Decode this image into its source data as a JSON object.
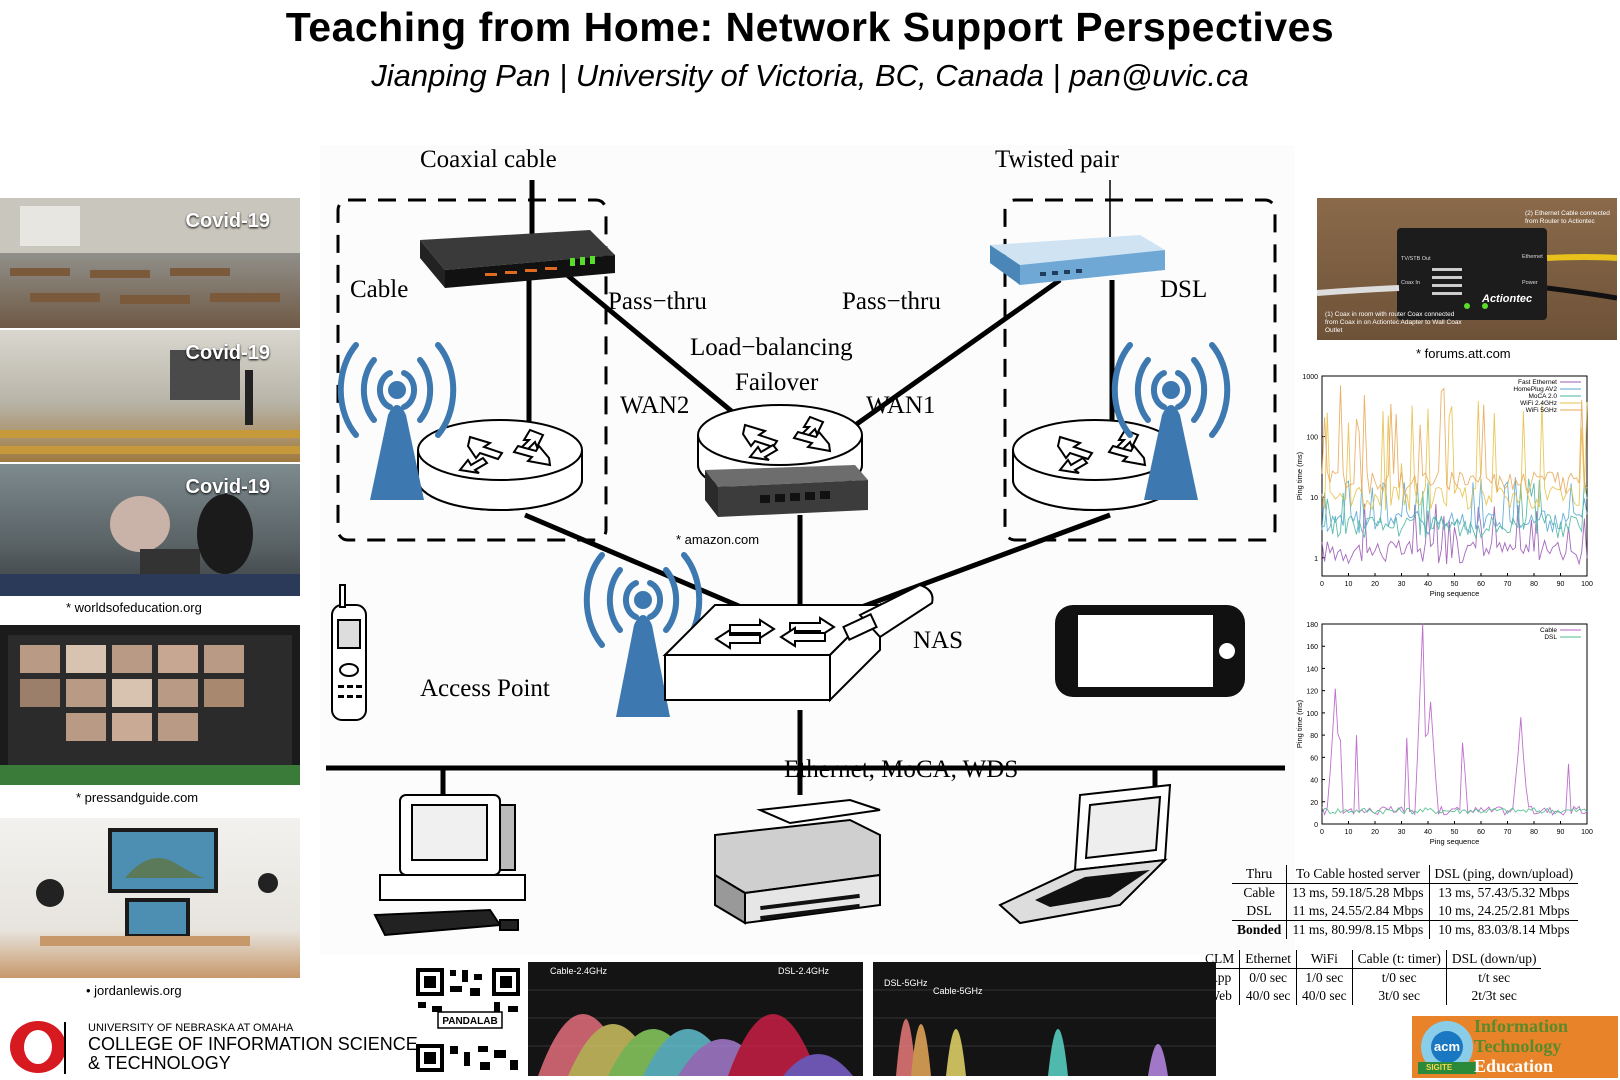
{
  "header": {
    "title": "Teaching from Home: Network Support Perspectives",
    "subtitle": "Jianping Pan | University of Victoria, BC, Canada | pan@uvic.ca"
  },
  "left_photos": {
    "covid_label": "Covid-19",
    "caption1": "* worldsofeducation.org",
    "caption2": "* pressandguide.com",
    "caption3": "• jordanlewis.org"
  },
  "diagram": {
    "coaxial": "Coaxial cable",
    "twisted": "Twisted pair",
    "cable": "Cable",
    "dsl": "DSL",
    "passthru_left": "Pass−thru",
    "passthru_right": "Pass−thru",
    "load_balancing": "Load−balancing",
    "failover": "Failover",
    "wan2": "WAN2",
    "wan1": "WAN1",
    "amazon": "* amazon.com",
    "access_point": "Access Point",
    "nas": "NAS",
    "ethernet": "Ethernet, MoCA, WDS"
  },
  "right_panel": {
    "forums_caption": "* forums.att.com",
    "actiontec_brand": "Actiontec",
    "actiontec_note1": "(2) Ethernet Cable connected from Router to Actiontec",
    "actiontec_note2": "(1) Coax in room with router Coax connected from Coax in on Actiontec Adapter to Wall Coax Outlet",
    "actiontec_ports": "Ethernet",
    "actiontec_power": "Power",
    "actiontec_coax": "Coax In",
    "actiontec_tv": "TV/STB Out"
  },
  "chart_data": [
    {
      "type": "line",
      "title": "",
      "xlabel": "Ping sequence",
      "ylabel": "Ping time (ms)",
      "yscale": "log",
      "xlim": [
        0,
        100
      ],
      "ylim": [
        0.5,
        1000
      ],
      "xticks": [
        "0",
        "10",
        "20",
        "30",
        "40",
        "50",
        "60",
        "70",
        "80",
        "90",
        "100"
      ],
      "yticks": [
        "1",
        "10",
        "100",
        "1000"
      ],
      "legend": "top-right",
      "series": [
        {
          "name": "Fast Ethernet",
          "color": "#9b59b6",
          "level": 1.3
        },
        {
          "name": "HomePlug AV2",
          "color": "#58a6d6",
          "level": 4
        },
        {
          "name": "MoCA 2.0",
          "color": "#4db6a0",
          "level": 3.5
        },
        {
          "name": "WiFi 2.4GHz",
          "color": "#e6c14a",
          "level": 10
        },
        {
          "name": "WiFi 5GHz",
          "color": "#e8a85a",
          "level": 18
        }
      ]
    },
    {
      "type": "line",
      "title": "",
      "xlabel": "Ping sequence",
      "ylabel": "Ping time (ms)",
      "xlim": [
        0,
        100
      ],
      "ylim": [
        0,
        180
      ],
      "xticks": [
        "0",
        "10",
        "20",
        "30",
        "40",
        "50",
        "60",
        "70",
        "80",
        "90",
        "100"
      ],
      "yticks": [
        "0",
        "20",
        "40",
        "60",
        "80",
        "100",
        "120",
        "140",
        "160",
        "180"
      ],
      "legend": "top-right",
      "series": [
        {
          "name": "Cable",
          "color": "#b860c8",
          "peaks": [
            [
              5,
              120
            ],
            [
              38,
              172
            ],
            [
              41,
              110
            ],
            [
              75,
              90
            ]
          ]
        },
        {
          "name": "DSL",
          "color": "#4cbf8a",
          "level": 12
        }
      ]
    },
    {
      "type": "area",
      "title": "",
      "labels": [
        "Cable-2.4GHz",
        "DSL-2.4GHz"
      ]
    },
    {
      "type": "area",
      "title": "",
      "labels": [
        "DSL-5GHz",
        "Cable-5GHz"
      ]
    }
  ],
  "chart_text": {
    "xlabel": "Ping sequence",
    "ylabel": "Ping time (ms)"
  },
  "table1": {
    "header": [
      "Thru",
      "To Cable hosted server",
      "DSL (ping, down/upload)"
    ],
    "rows": [
      [
        "Cable",
        "13 ms, 59.18/5.28 Mbps",
        "13 ms, 57.43/5.32 Mbps"
      ],
      [
        "DSL",
        "11 ms, 24.55/2.84 Mbps",
        "10 ms, 24.25/2.81 Mbps"
      ],
      [
        "Bonded",
        "11 ms, 80.99/8.15 Mbps",
        "10 ms, 83.03/8.14 Mbps"
      ]
    ]
  },
  "table2": {
    "header": [
      "CLM",
      "Ethernet",
      "WiFi",
      "Cable (t: timer)",
      "DSL (down/up)"
    ],
    "rows": [
      [
        "App",
        "0/0 sec",
        "1/0 sec",
        "t/0 sec",
        "t/t sec"
      ],
      [
        "Web",
        "40/0 sec",
        "40/0 sec",
        "3t/0 sec",
        "2t/3t sec"
      ]
    ]
  },
  "footer": {
    "uno_line1": "UNIVERSITY OF NEBRASKA AT OMAHA",
    "uno_line2": "COLLEGE OF INFORMATION SCIENCE",
    "uno_line3": "& TECHNOLOGY",
    "qr_label": "PANDALAB",
    "acm_label": "acm",
    "sigite_label": "SIGITE",
    "ite_line1": "Information",
    "ite_line2": "Technology",
    "ite_line3": "Education"
  },
  "colors": {
    "wifi_blue": "#3d79b0",
    "cable_purple": "#b860c8",
    "dsl_green": "#4cbf8a",
    "uno_red": "#d71920",
    "acm_blue": "#1a78c2",
    "ite_orange": "#e8832a"
  }
}
